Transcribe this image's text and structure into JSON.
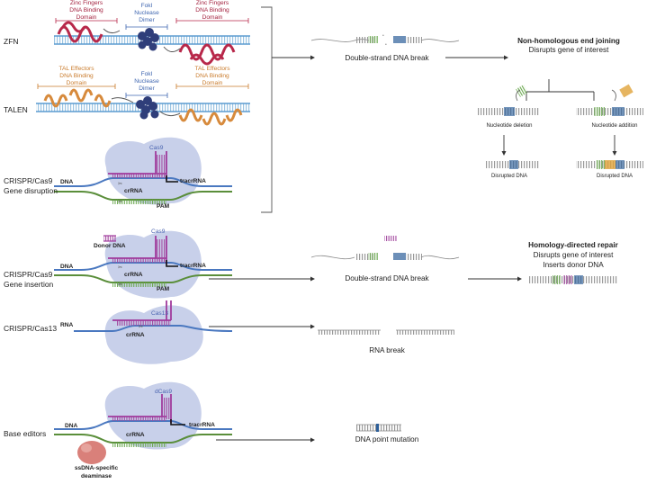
{
  "rows": {
    "zfn": "ZFN",
    "talen": "TALEN",
    "crispr_disruption": [
      "CRISPR/Cas9",
      "Gene disruption"
    ],
    "crispr_insertion": [
      "CRISPR/Cas9",
      "Gene insertion"
    ],
    "cas13": "CRISPR/Cas13",
    "base": "Base editors"
  },
  "zfn_panel": {
    "left_domain": [
      "Zinc Fingers",
      "DNA Binding",
      "Domain"
    ],
    "nuclease": [
      "FokI",
      "Nuclease",
      "Dimer"
    ],
    "right_domain": [
      "Zinc Fingers",
      "DNA Binding",
      "Domain"
    ]
  },
  "talen_panel": {
    "left_domain": [
      "TAL Effectors",
      "DNA Binding",
      "Domain"
    ],
    "nuclease": [
      "FokI",
      "Nuclease",
      "Dimer"
    ],
    "right_domain": [
      "TAL Effectors",
      "DNA Binding",
      "Domain"
    ]
  },
  "crispr_labels": {
    "cas9": "Cas9",
    "cas13": "Cas13",
    "dcas9": "dCas9",
    "dna": "DNA",
    "rna": "RNA",
    "crrna": "crRNA",
    "tracrrna": "tracrRNA",
    "pam": "PAM",
    "donor_dna": "Donor DNA",
    "deaminase": [
      "ssDNA-specific",
      "deaminase"
    ]
  },
  "outcomes": {
    "dsb": "Double-strand DNA break",
    "dsb2": "Double-strand DNA break",
    "rna_break": "RNA break",
    "point_mutation": "DNA point mutation"
  },
  "nhej": {
    "title": "Non-homologous end joining",
    "subtitle": "Disrupts gene of interest",
    "deletion": "Nucleotide deletion",
    "addition": "Nucleotide addition",
    "disrupted_left": "Disrupted DNA",
    "disrupted_right": "Disrupted DNA"
  },
  "hdr": {
    "title": "Homology-directed repair",
    "line1": "Disrupts gene of interest",
    "line2": "Inserts donor DNA"
  },
  "colors": {
    "dna": "#7fb3d8",
    "zinc_finger": "#b8284a",
    "fokI": "#2f3e7a",
    "tal": "#d78a3c",
    "cas_blob": "#c8d0ea",
    "crrna": "#a03a9c",
    "pam": "#5a8e3a",
    "deaminase": "#d9807a",
    "nucleotide_green": "#4f9a3a",
    "nucleotide_orange": "#e0a23a",
    "nucleotide_blue": "#2d5f9a"
  }
}
